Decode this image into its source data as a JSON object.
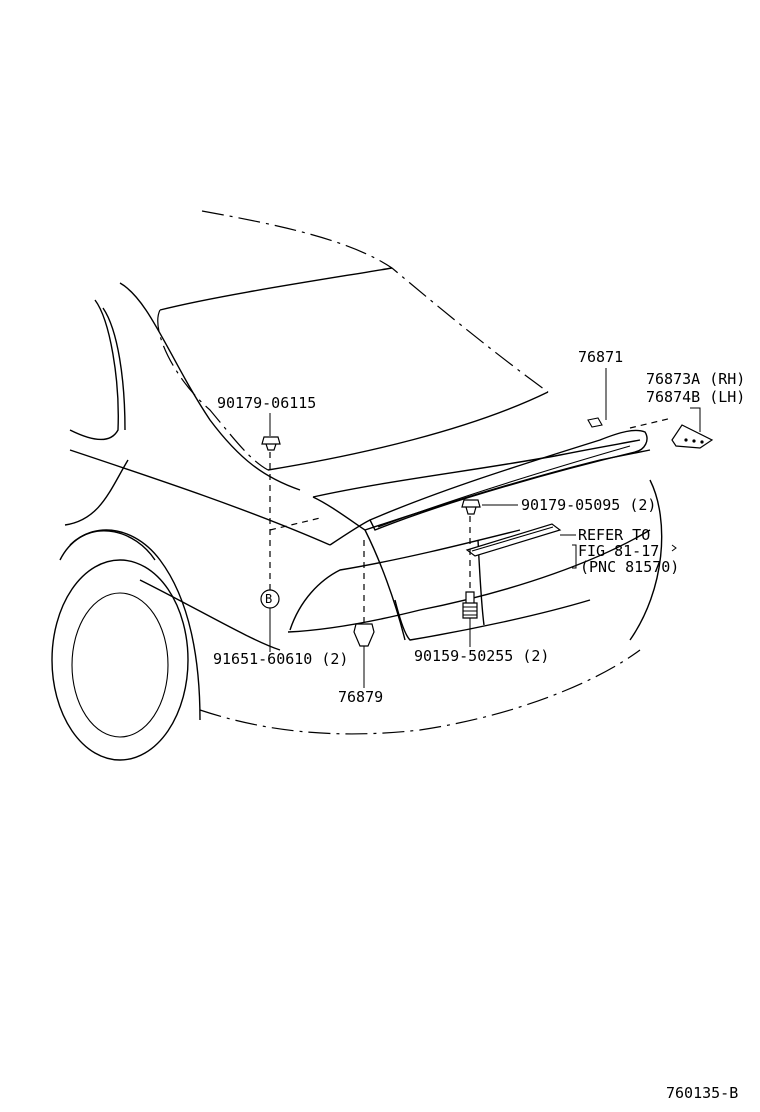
{
  "figure_id": "760135-B",
  "callouts": {
    "spoiler": "76871",
    "end_cap_rh": "76873A (RH)",
    "end_cap_lh": "76874B (LH)",
    "clip_upper_left": "90179-06115",
    "nut_center": "90179-05095 (2)",
    "refer_line1": "REFER TO",
    "refer_line2": "FIG 81-17",
    "refer_line3": "(PNC 81570)",
    "grommet": "91651-60610 (2)",
    "circle_letter": "B",
    "bolt": "90159-50255 (2)",
    "bracket": "76879"
  }
}
